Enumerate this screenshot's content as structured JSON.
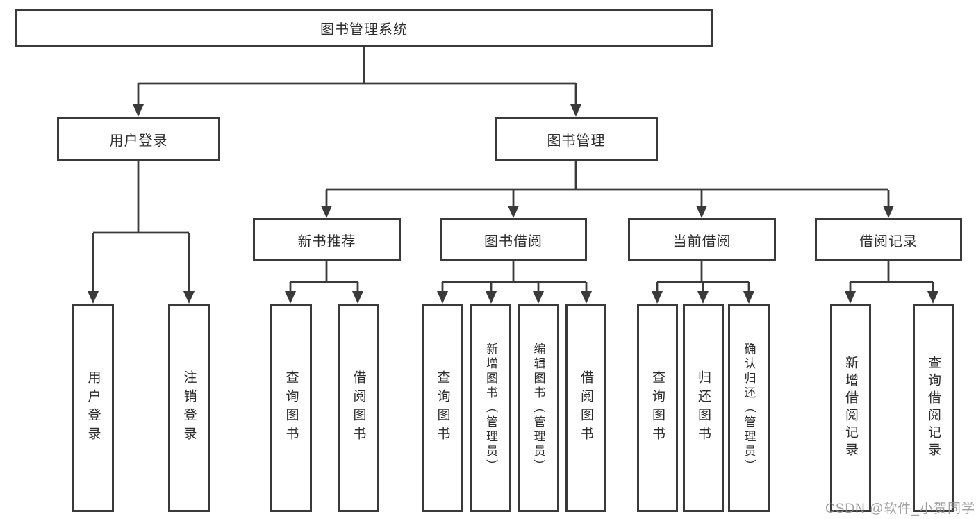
{
  "title": "图书管理系统",
  "tree": {
    "label": "图书管理系统",
    "children": [
      {
        "label": "用户登录",
        "children": [
          {
            "label": "用户登录"
          },
          {
            "label": "注销登录"
          }
        ]
      },
      {
        "label": "图书管理",
        "children": [
          {
            "label": "新书推荐",
            "children": [
              {
                "label": "查询图书"
              },
              {
                "label": "借阅图书"
              }
            ]
          },
          {
            "label": "图书借阅",
            "children": [
              {
                "label": "查询图书"
              },
              {
                "label": "新增图书（管理员）"
              },
              {
                "label": "编辑图书（管理员）"
              },
              {
                "label": "借阅图书"
              }
            ]
          },
          {
            "label": "当前借阅",
            "children": [
              {
                "label": "查询图书"
              },
              {
                "label": "归还图书"
              },
              {
                "label": "确认归还（管理员）"
              }
            ]
          },
          {
            "label": "借阅记录",
            "children": [
              {
                "label": "新增借阅记录"
              },
              {
                "label": "查询借阅记录"
              }
            ]
          }
        ]
      }
    ]
  },
  "watermark": "CSDN @软件_小贺同学",
  "colors": {
    "line": "#3a3a3a",
    "text": "#2d2d2d",
    "background": "#ffffff",
    "watermark": "#949494"
  }
}
